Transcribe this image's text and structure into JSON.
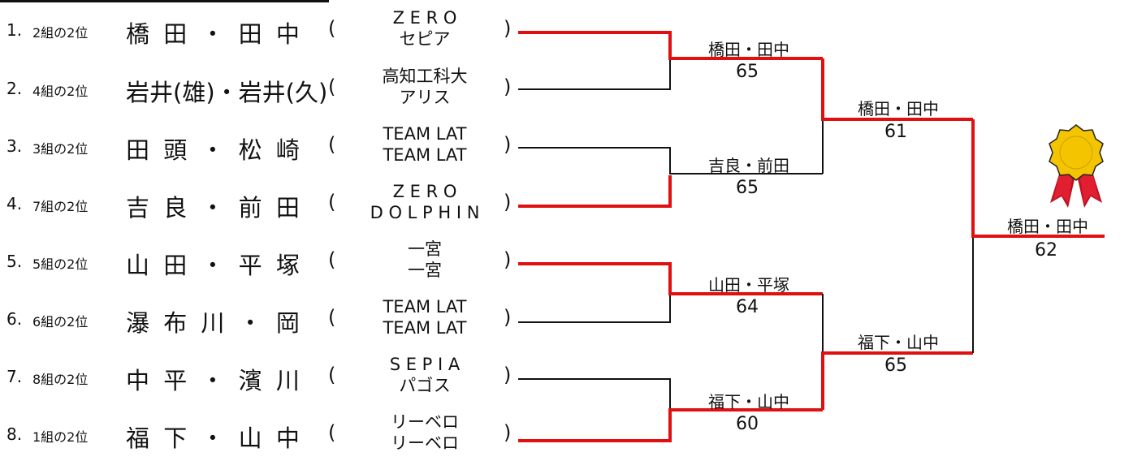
{
  "entries": [
    {
      "num": "1.",
      "group": "2組の2位",
      "names": "橋 田 ・ 田 中",
      "open": "(",
      "club1": "Z E R O",
      "club2": "セピア",
      "close": ")"
    },
    {
      "num": "2.",
      "group": "4組の2位",
      "names": "岩井(雄)・岩井(久)",
      "open": "(",
      "club1": "高知工科大",
      "club2": "アリス",
      "close": ")"
    },
    {
      "num": "3.",
      "group": "3組の2位",
      "names": "田 頭 ・ 松 崎",
      "open": "(",
      "club1": "TEAM LAT",
      "club2": "TEAM LAT",
      "close": ")"
    },
    {
      "num": "4.",
      "group": "7組の2位",
      "names": "吉 良 ・ 前 田",
      "open": "(",
      "club1": "Z E R O",
      "club2": "D O L P H I N",
      "close": ")"
    },
    {
      "num": "5.",
      "group": "5組の2位",
      "names": "山 田 ・ 平 塚",
      "open": "(",
      "club1": "一宮",
      "club2": "一宮",
      "close": ")"
    },
    {
      "num": "6.",
      "group": "6組の2位",
      "names": "瀑 布 川 ・ 岡",
      "open": "(",
      "club1": "TEAM LAT",
      "club2": "TEAM LAT",
      "close": ")"
    },
    {
      "num": "7.",
      "group": "8組の2位",
      "names": "中 平 ・ 濱 川",
      "open": "(",
      "club1": "S E P I A",
      "club2": "パゴス",
      "close": ")"
    },
    {
      "num": "8.",
      "group": "1組の2位",
      "names": "福 下 ・ 山 中",
      "open": "(",
      "club1": "リーベロ",
      "club2": "リーベロ",
      "close": ")"
    }
  ],
  "round1": [
    {
      "winner": "橋田・田中",
      "score": "65"
    },
    {
      "winner": "吉良・前田",
      "score": "65"
    },
    {
      "winner": "山田・平塚",
      "score": "64"
    },
    {
      "winner": "福下・山中",
      "score": "60"
    }
  ],
  "round2": [
    {
      "winner": "橋田・田中",
      "score": "61"
    },
    {
      "winner": "福下・山中",
      "score": "65"
    }
  ],
  "final": {
    "winner": "橋田・田中",
    "score": "62"
  },
  "colors": {
    "win_line": "#e01010",
    "lose_line": "#111111",
    "medal_gold": "#f5c400",
    "ribbon": "#c01020"
  },
  "icons": {
    "trophy": "award-medal-icon"
  }
}
